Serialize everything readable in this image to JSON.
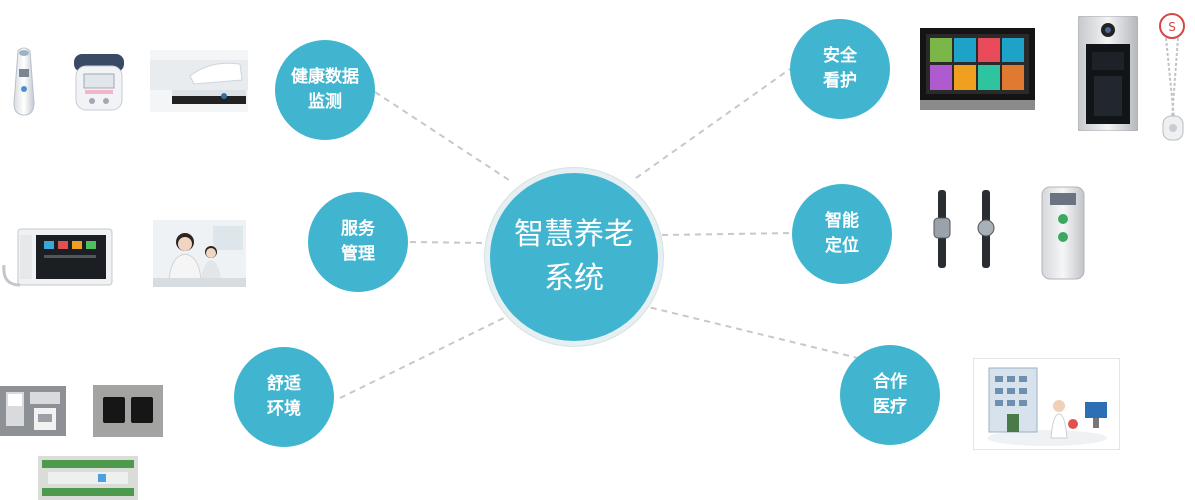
{
  "center": {
    "line1": "智慧养老",
    "line2": "系统"
  },
  "nodes": [
    {
      "id": "health",
      "line1": "健康数据",
      "line2": "监测"
    },
    {
      "id": "service",
      "line1": "服务",
      "line2": "管理"
    },
    {
      "id": "comfort",
      "line1": "舒适",
      "line2": "环境"
    },
    {
      "id": "safety",
      "line1": "安全",
      "line2": "看护"
    },
    {
      "id": "location",
      "line1": "智能",
      "line2": "定位"
    },
    {
      "id": "medical",
      "line1": "合作",
      "line2": "医疗"
    }
  ],
  "colors": {
    "node_fill": "#41b5cf",
    "connector": "#c8c8c8",
    "background": "#ffffff"
  },
  "icons": [
    "ear-thermometer-icon",
    "blood-pressure-monitor-icon",
    "hospital-bed-icon",
    "smart-panel-terminal-icon",
    "call-center-staff-icon",
    "control-panel-icon",
    "wall-switch-icon",
    "din-rail-controller-icon",
    "touchscreen-panel-icon",
    "door-intercom-icon",
    "emergency-pendant-icon",
    "wristband-locator-icon",
    "wall-locator-icon",
    "hospital-telemedicine-icon"
  ]
}
